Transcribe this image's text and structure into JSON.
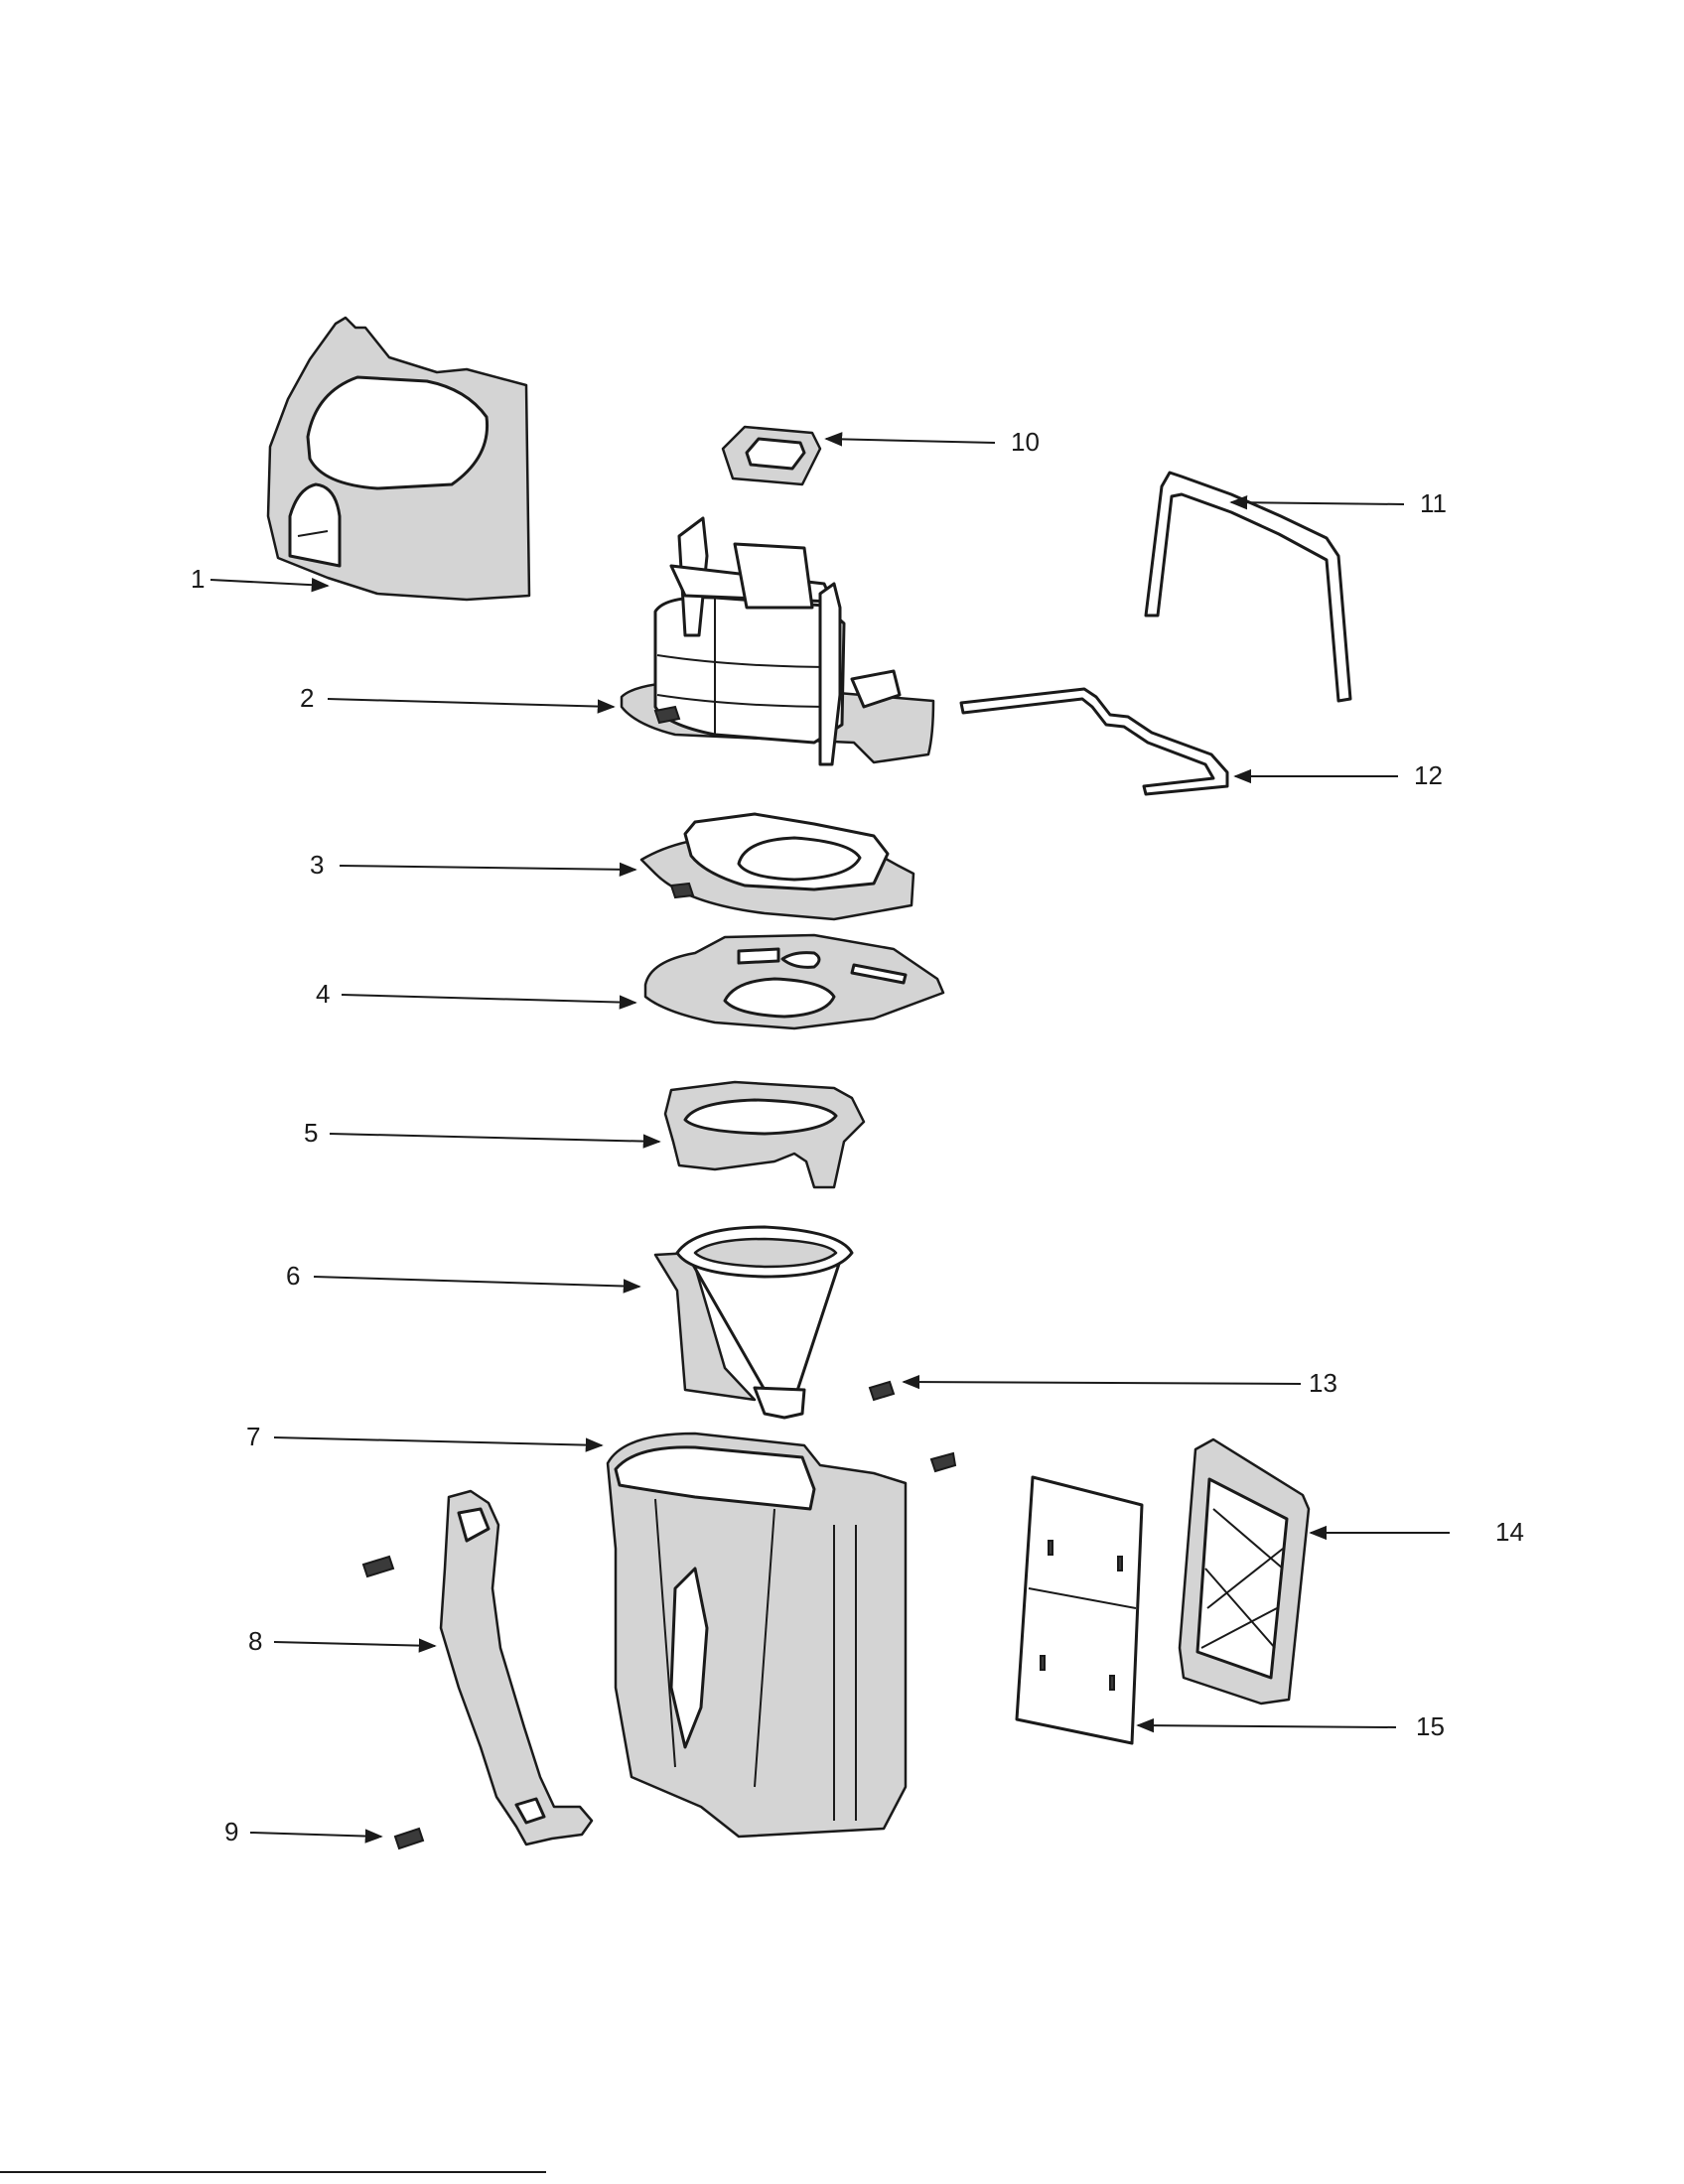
{
  "parts": [
    {
      "number": "1"
    },
    {
      "number": "2"
    },
    {
      "number": "3"
    },
    {
      "number": "4"
    },
    {
      "number": "5"
    },
    {
      "number": "6"
    },
    {
      "number": "7"
    },
    {
      "number": "8"
    },
    {
      "number": "9"
    },
    {
      "number": "10"
    },
    {
      "number": "11"
    },
    {
      "number": "12"
    },
    {
      "number": "13"
    },
    {
      "number": "14"
    },
    {
      "number": "15"
    }
  ],
  "colors": {
    "ink": "#1a1a1a",
    "fill": "#d4d4d4",
    "paper": "#ffffff"
  }
}
